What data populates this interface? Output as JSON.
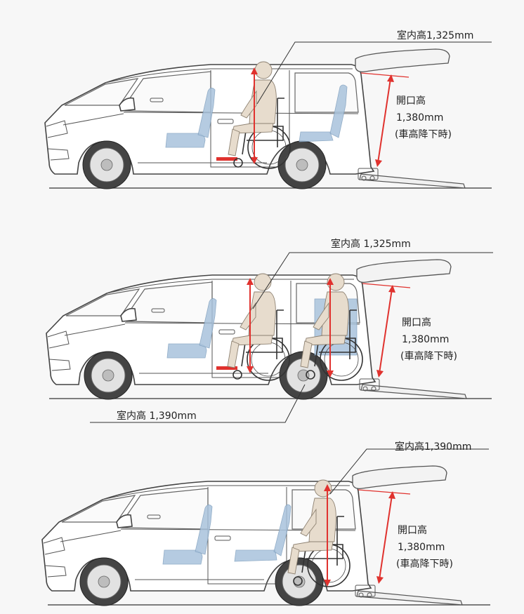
{
  "diagrams": [
    {
      "interior_height_label": "室内高1,325mm",
      "opening_height_label": "開口高",
      "opening_height_value": "1,380mm",
      "opening_height_note": "(車高降下時)"
    },
    {
      "interior_height_label": "室内高 1,325mm",
      "interior_height_label_lower": "室内高 1,390mm",
      "opening_height_label": "開口高",
      "opening_height_value": "1,380mm",
      "opening_height_note": "(車高降下時)"
    },
    {
      "interior_height_label": "室内高1,390mm",
      "opening_height_label": "開口高",
      "opening_height_value": "1,380mm",
      "opening_height_note": "(車高降下時)"
    }
  ],
  "colors": {
    "dimension_arrow": "#e0322e",
    "seat": "#a9c3dc",
    "occupant": "#e7dccd"
  }
}
